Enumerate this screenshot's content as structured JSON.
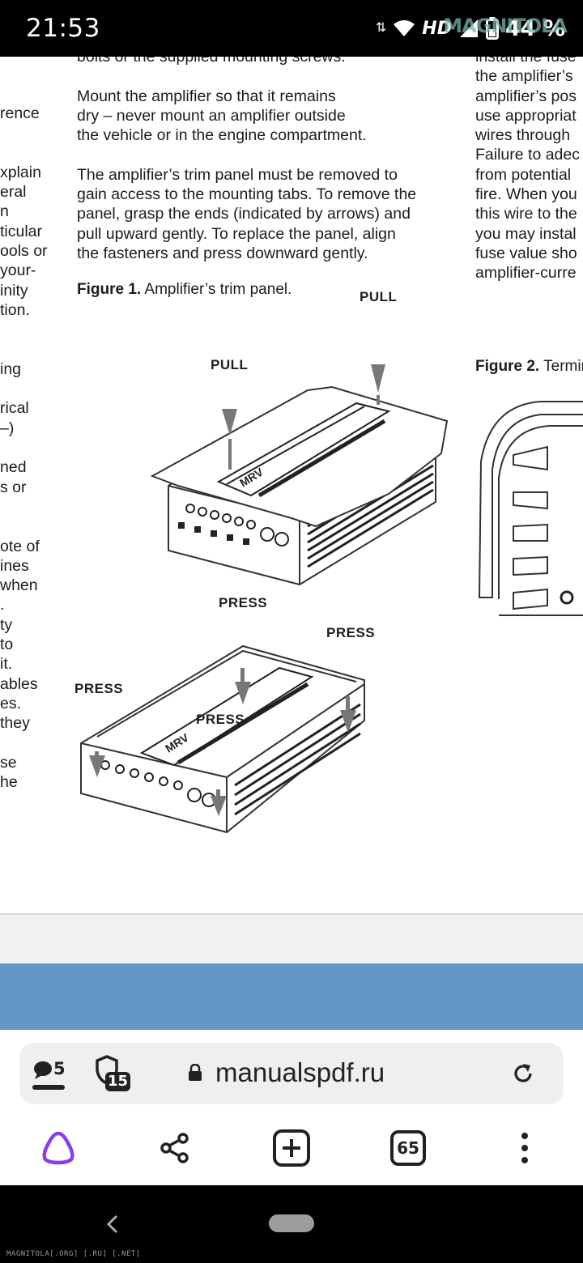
{
  "status_bar": {
    "time": "21:53",
    "network": "HD",
    "battery": "44 %",
    "watermark": "MAGNITOLA"
  },
  "document": {
    "left_column_fragments": [
      "rence",
      "",
      "",
      "xplain",
      "eral",
      "n",
      "ticular",
      "ools or",
      "your-",
      "inity",
      "tion.",
      "",
      "",
      "ing",
      "",
      "rical",
      "–)",
      "",
      "ned",
      "s or",
      "",
      "",
      "ote of",
      "ines",
      "when",
      ".",
      "ty",
      "to",
      "it.",
      "ables",
      "es.",
      "they",
      "",
      "se",
      "he"
    ],
    "middle_column_lines": [
      "bolts or the supplied mounting screws.",
      "",
      "Mount the amplifier so that it remains",
      "dry – never mount an amplifier outside",
      "the vehicle or in the engine compartment.",
      "",
      "The amplifier’s trim panel must be removed to",
      "gain access to the mounting tabs. To remove the",
      "panel, grasp the ends (indicated by arrows) and",
      "pull upward gently. To replace the panel, align",
      "the fasteners and press downward gently."
    ],
    "right_column_lines": [
      "install the fuse",
      "the amplifier’s",
      "amplifier’s pos",
      "use appropriat",
      "wires through",
      "Failure to adec",
      "from potential",
      "fire. When you",
      "this wire to the",
      "you may instal",
      "fuse value sho",
      "amplifier-curre"
    ],
    "figure1": {
      "label": "Figure 1.",
      "caption": " Amplifier’s trim panel."
    },
    "figure2": {
      "label": "Figure 2.",
      "caption": " Termin"
    },
    "illustration_labels": {
      "pull_top": "PULL",
      "pull_left": "PULL",
      "press_top": "PRESS",
      "press_right": "PRESS",
      "press_left": "PRESS",
      "press_center": "PRESS"
    }
  },
  "browser": {
    "comments_count": "5",
    "shield_count": "15",
    "url": "manualspdf.ru",
    "tabs_count": "65"
  },
  "system_nav": {
    "watermark": "MAGNITOLA[.ORG] [.RU] [.NET]"
  }
}
